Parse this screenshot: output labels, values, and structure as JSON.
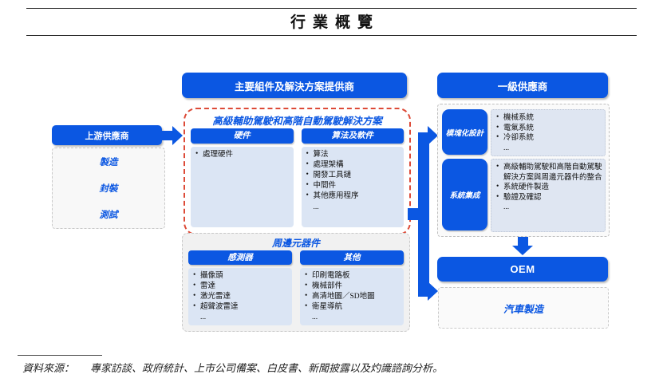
{
  "page": {
    "title": "行業概覽",
    "source_label": "資料來源：",
    "source_text": "專家訪談、政府統計、上市公司備案、白皮書、新聞披露以及灼識諮詢分析。"
  },
  "colors": {
    "primary_blue": "#0B57E2",
    "light_blue_fill": "#DBE5F4",
    "container_grey": "#F1F1F1",
    "red_dashed_border": "#DD4B38"
  },
  "diagram": {
    "upstream": {
      "header": "上游供應商",
      "items": [
        "製造",
        "封裝",
        "測試"
      ]
    },
    "providers": {
      "header": "主要組件及解決方案提供商",
      "solutions": {
        "title": "高級輔助駕駛和高階自動駕駛解決方案",
        "columns": [
          {
            "header": "硬件",
            "items": [
              "處理硬件"
            ]
          },
          {
            "header": "算法及軟件",
            "items": [
              "算法",
              "處理架構",
              "開發工具鏈",
              "中間件",
              "其他應用程序"
            ],
            "more": "..."
          }
        ]
      },
      "peripherals": {
        "title": "周邊元器件",
        "columns": [
          {
            "header": "感測器",
            "items": [
              "攝像頭",
              "雷達",
              "激光雷達",
              "超聲波雷達"
            ],
            "more": "..."
          },
          {
            "header": "其他",
            "items": [
              "印刷電路板",
              "機械部件",
              "高清地圖／SD地圖",
              "衛星導航"
            ],
            "more": "..."
          }
        ]
      }
    },
    "tier1": {
      "header": "一級供應商",
      "rows": [
        {
          "label": "模塊化設計",
          "items": [
            "機械系統",
            "電氣系統",
            "冷卻系統"
          ],
          "more": "..."
        },
        {
          "label": "系統集成",
          "items": [
            "高級輔助駕駛和高階自動駕駛解決方案與周邊元器件的整合",
            "系統硬件製造",
            "驗證及確認"
          ],
          "more": "..."
        }
      ]
    },
    "oem": {
      "header": "OEM",
      "label": "汽車製造"
    }
  }
}
